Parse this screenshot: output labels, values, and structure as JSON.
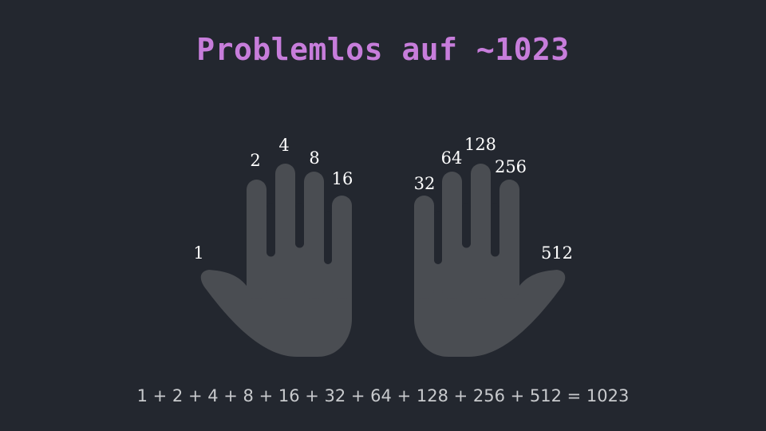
{
  "slide": {
    "title": "Problemlos auf ~1023",
    "equation": "1 + 2 + 4 + 8 + 16 + 32 + 64 + 128 + 256 + 512 = 1023"
  },
  "hands": {
    "left": {
      "thumb": "1",
      "index": "2",
      "middle": "4",
      "ring": "8",
      "pinky": "16"
    },
    "right": {
      "pinky": "32",
      "ring": "64",
      "middle": "128",
      "index": "256",
      "thumb": "512"
    }
  },
  "colors": {
    "background": "#23272f",
    "title": "#c77ddb",
    "hand": "#4a4d52",
    "label": "#ffffff",
    "equation": "#c8cacd"
  }
}
